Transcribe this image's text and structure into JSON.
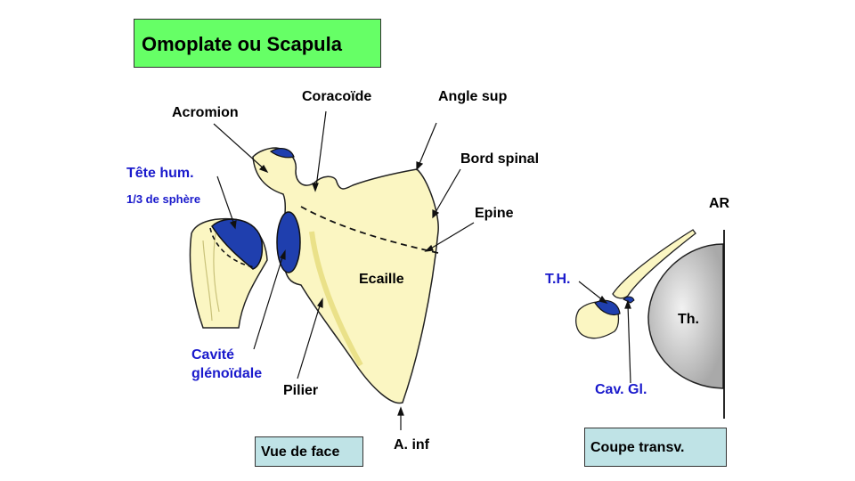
{
  "title": "Omoplate ou Scapula",
  "labels": {
    "acromion": "Acromion",
    "coracoide": "Coracoïde",
    "angle_sup": "Angle sup",
    "bord_spinal": "Bord spinal",
    "epine": "Epine",
    "tete_hum": "Tête hum.",
    "sphere": "1/3 de sphère",
    "ecaille": "Ecaille",
    "cavite_line1": "Cavité",
    "cavite_line2": "glénoïdale",
    "pilier": "Pilier",
    "a_inf": "A. inf",
    "ar": "AR",
    "th_abbr": "T.H.",
    "thorax": "Th.",
    "cav_gl": "Cav. Gl."
  },
  "captions": {
    "front": "Vue de face",
    "transverse": "Coupe transv."
  },
  "colors": {
    "bone": "#fbf6c2",
    "cartilage": "#1f3fae",
    "label_blue": "#1a1acc",
    "title_bg": "#66ff66",
    "caption_bg": "#bfe3e6",
    "thorax": "#cfcfcf"
  }
}
